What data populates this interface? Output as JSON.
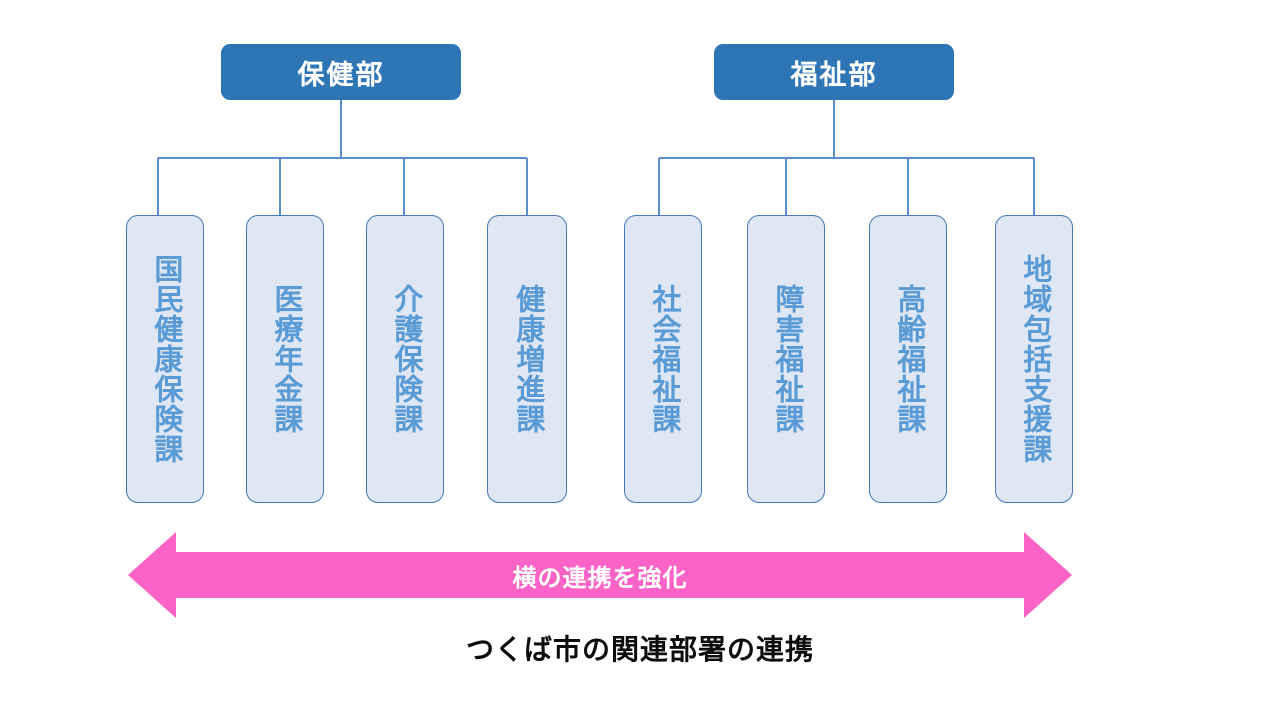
{
  "diagram": {
    "caption": "つくば市の関連部署の連携",
    "colors": {
      "department_fill": "#2E75B6",
      "department_text": "#FFFFFF",
      "section_fill": "#DEE7F3",
      "section_border": "#4478B8",
      "section_text": "#5B9BD5",
      "connector_line": "#5B8FCB",
      "arrow_fill": "#FB63C6",
      "arrow_text": "#FFFFFF",
      "caption_text": "#0D0D0D",
      "background": "#FFFFFF"
    },
    "departments": [
      {
        "id": "hoken",
        "label": "保健部",
        "sections": [
          {
            "label": "国民健康保険課"
          },
          {
            "label": "医療年金課"
          },
          {
            "label": "介護保険課"
          },
          {
            "label": "健康増進課"
          }
        ]
      },
      {
        "id": "fukushi",
        "label": "福祉部",
        "sections": [
          {
            "label": "社会福祉課"
          },
          {
            "label": "障害福祉課"
          },
          {
            "label": "高齢福祉課"
          },
          {
            "label": "地域包括支援課"
          }
        ]
      }
    ],
    "arrow": {
      "label": "横の連携を強化",
      "direction": "double",
      "orientation": "horizontal"
    }
  }
}
